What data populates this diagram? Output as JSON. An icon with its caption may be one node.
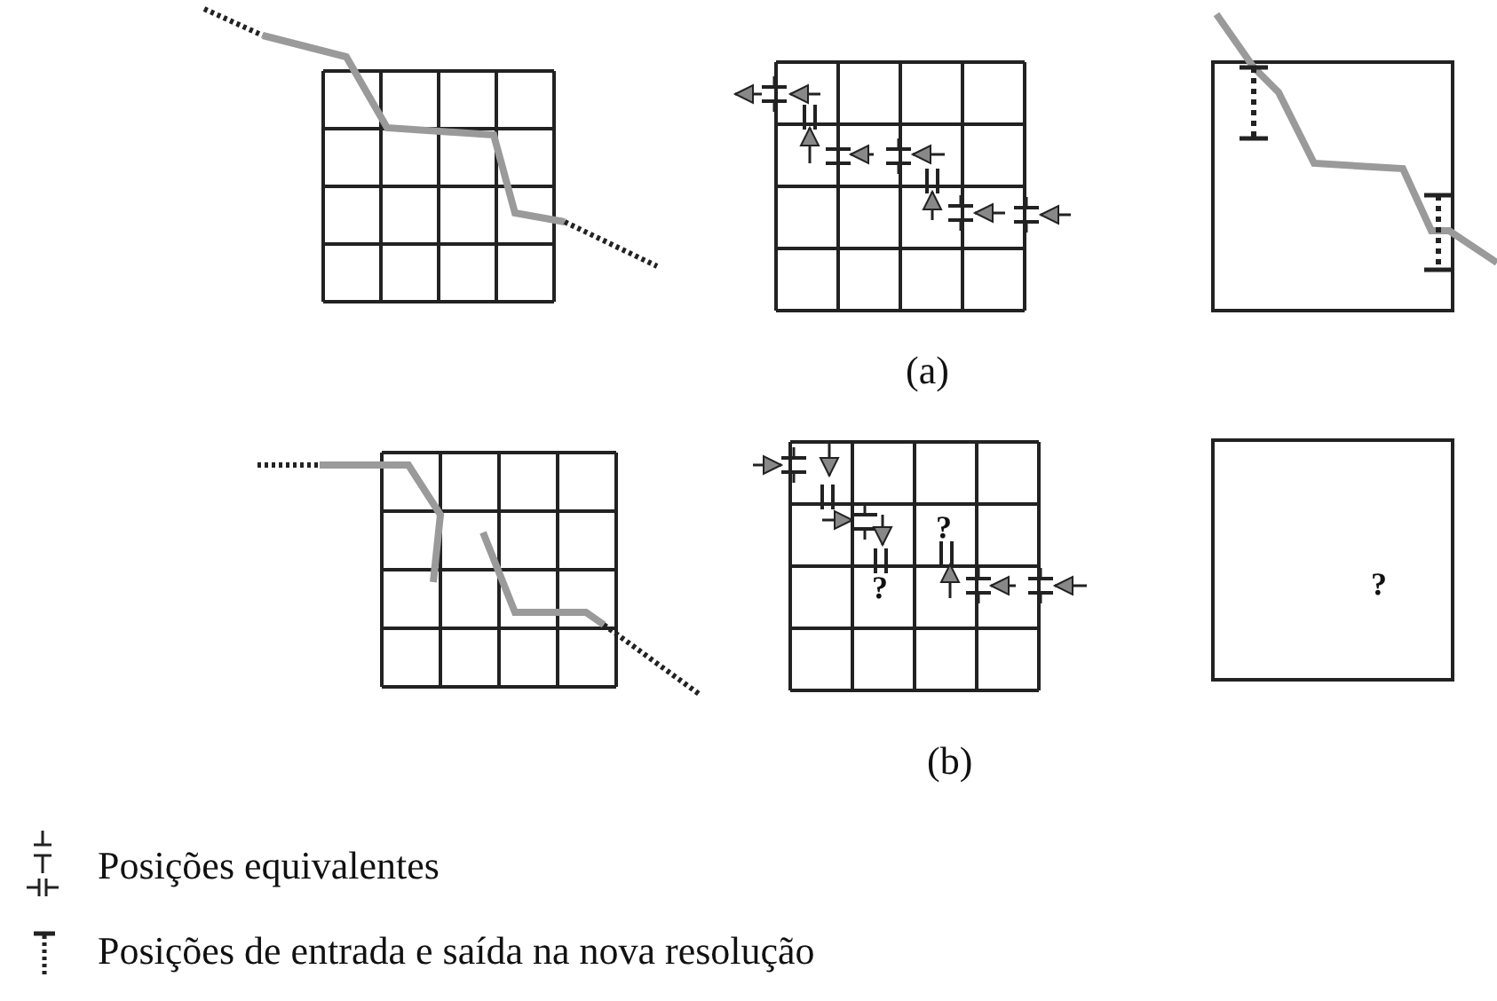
{
  "diagram": {
    "labels": [
      "(a)",
      "?",
      "?",
      "?",
      "(b)"
    ],
    "legend": [
      {
        "text": "Posições equivalentes"
      },
      {
        "text": "Posições de entrada e saída na nova resolução"
      }
    ]
  }
}
